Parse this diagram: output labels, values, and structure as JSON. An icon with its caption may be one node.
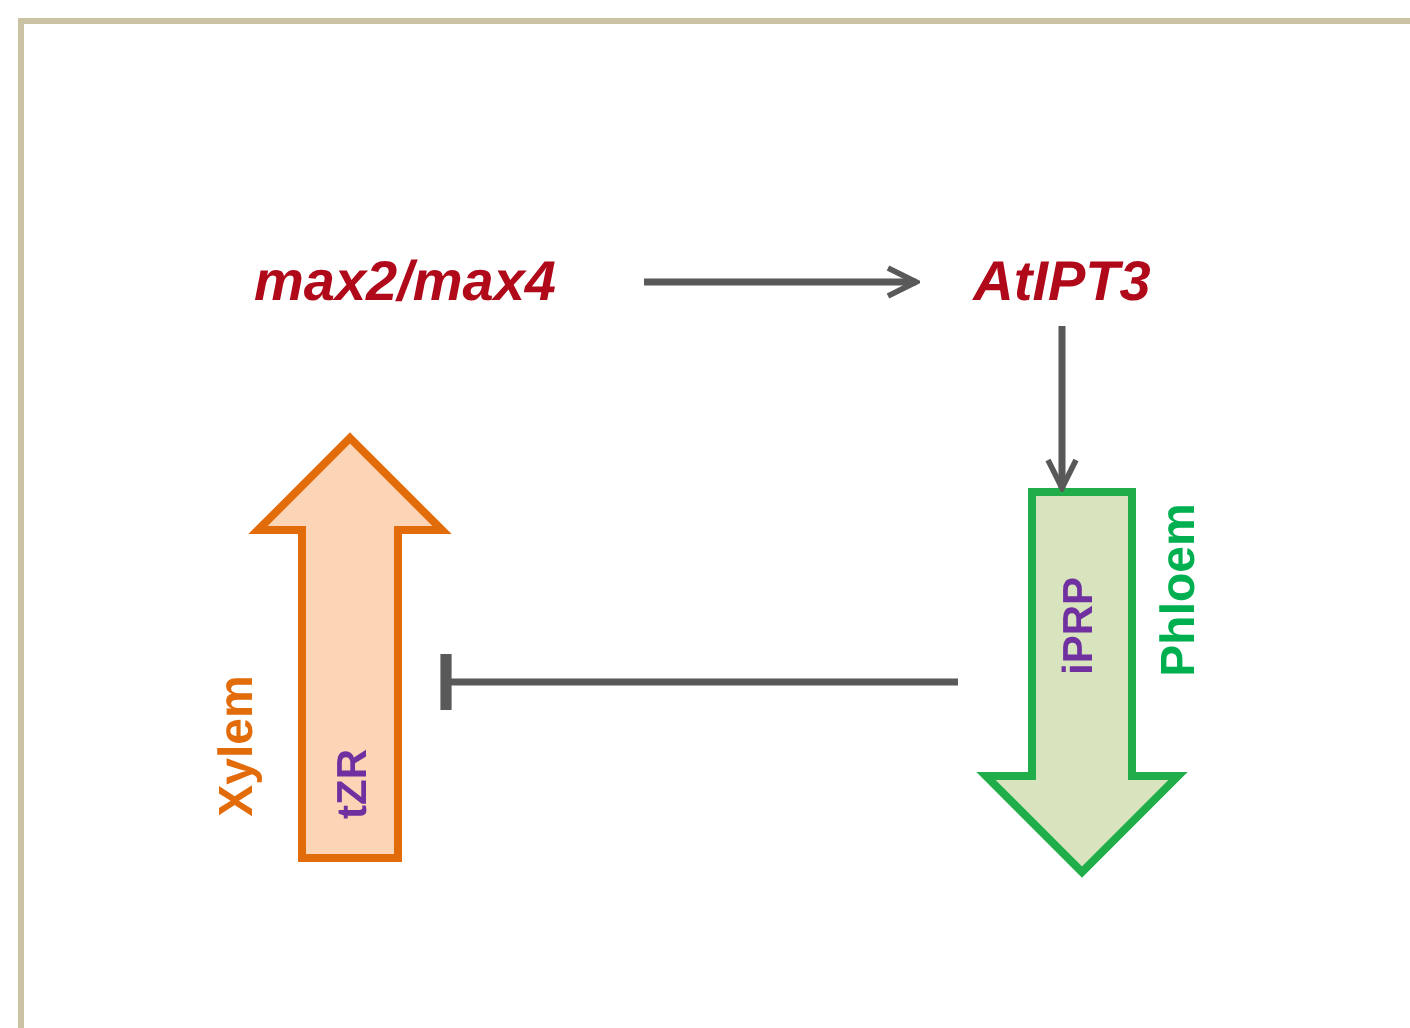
{
  "diagram": {
    "nodes": [
      {
        "text": [
          "max2/max4"
        ]
      },
      {
        "text": [
          "AtIPT3"
        ]
      },
      {
        "text": [
          "tZR"
        ],
        "beside": [
          "Xylem"
        ]
      },
      {
        "text": [
          "iPRP"
        ],
        "beside": [
          "Phloem"
        ]
      }
    ],
    "edges": [
      {
        "from": 0,
        "to": 1,
        "arrow": "to"
      },
      {
        "from": 1,
        "to": 3,
        "arrow": "to"
      },
      {
        "from": 3,
        "to": 2,
        "arrow": "other"
      }
    ]
  }
}
